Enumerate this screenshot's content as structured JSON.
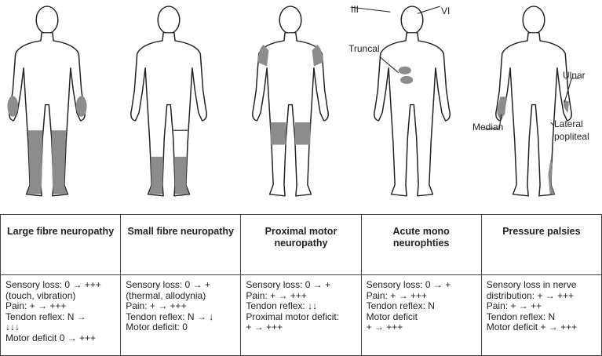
{
  "labels": {
    "iii": "III",
    "vi": "VI",
    "truncal": "Truncal",
    "ulnar": "Ulnar",
    "median": "Median",
    "lateral_popliteal_1": "Lateral",
    "lateral_popliteal_2": "popliteal"
  },
  "colors": {
    "shade": "#8c8c8c",
    "outline": "#222222"
  },
  "columns": [
    {
      "title": "Large fibre neuropathy",
      "lines": [
        "Sensory loss: 0 → +++",
        "(touch, vibration)",
        "Pain: + → +++",
        "Tendon reflex: N →",
        "↓↓↓",
        "Motor deficit 0 → +++"
      ]
    },
    {
      "title": "Small fibre neuropathy",
      "lines": [
        "Sensory loss: 0 → +",
        "(thermal, allodynia)",
        "Pain: + → +++",
        "Tendon reflex: N → ↓",
        "Motor deficit: 0"
      ]
    },
    {
      "title": "Proximal motor neuropathy",
      "lines": [
        "Sensory loss: 0 → +",
        "Pain: + → +++",
        "Tendon reflex: ↓↓",
        "Proximal motor deficit:",
        "+ → +++"
      ]
    },
    {
      "title": "Acute mono neurophties",
      "lines": [
        "Sensory loss: 0 → +",
        "Pain: + → +++",
        "Tendon reflex: N",
        "Motor deficit",
        "+ → +++"
      ]
    },
    {
      "title": "Pressure palsies",
      "lines": [
        "Sensory loss in nerve",
        "distribution: + → +++",
        "Pain: + → ++",
        "Tendon reflex: N",
        "Motor deficit  + → +++"
      ]
    }
  ]
}
